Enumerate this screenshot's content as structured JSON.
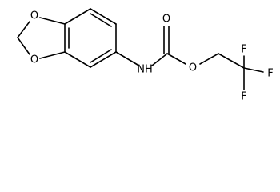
{
  "atoms": {
    "o_dioxole_top": "O",
    "o_dioxole_bottom": "O",
    "nh": "NH",
    "o_carbonyl": "O",
    "o_ester": "O",
    "f_top": "F",
    "f_right": "F",
    "f_bottom": "F"
  }
}
